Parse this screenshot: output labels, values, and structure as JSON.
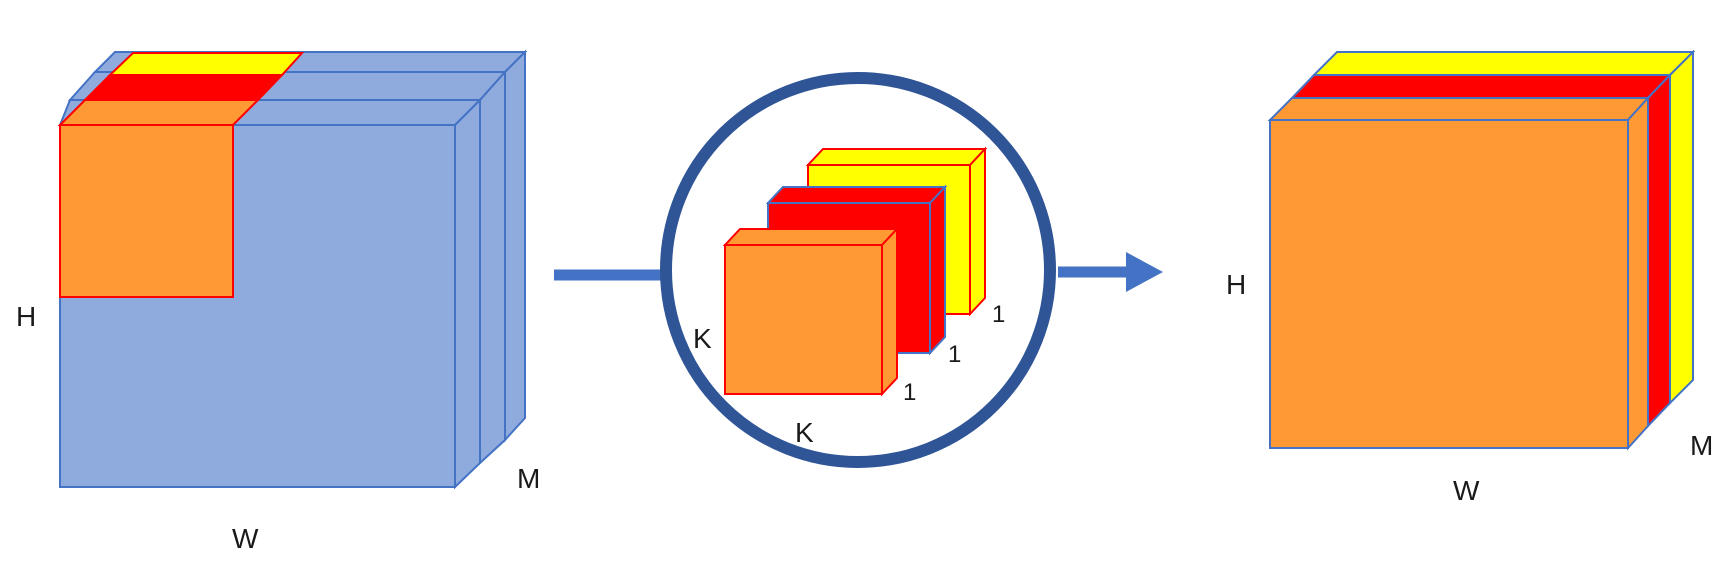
{
  "colors": {
    "blue_face": "#8FAADC",
    "blue_edge": "#4472C4",
    "orange": "#FF9933",
    "red": "#FF0000",
    "yellow": "#FFFF00",
    "circle": "#2F5597",
    "arrow": "#4472C4"
  },
  "input_volume": {
    "height_label": "H",
    "width_label": "W",
    "depth_label": "M"
  },
  "kernels": {
    "size_label_side": "K",
    "size_label_bottom": "K",
    "depth_labels": [
      "1",
      "1",
      "1"
    ]
  },
  "output_volume": {
    "height_label": "H",
    "width_label": "W",
    "depth_label": "M"
  },
  "icons": {
    "in_arrow": "arrow-right-icon",
    "out_arrow": "arrow-right-icon"
  }
}
